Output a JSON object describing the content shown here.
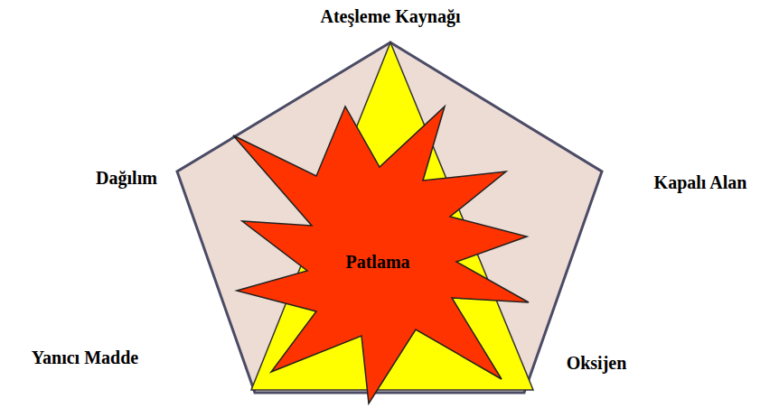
{
  "diagram": {
    "nodes": [
      {
        "text": [
          "Patlama"
        ]
      }
    ],
    "labels": [
      "Ateşleme Kaynağı",
      "Dağılım",
      "Kapalı Alan",
      "Yanıcı Madde",
      "Oksijen"
    ]
  }
}
